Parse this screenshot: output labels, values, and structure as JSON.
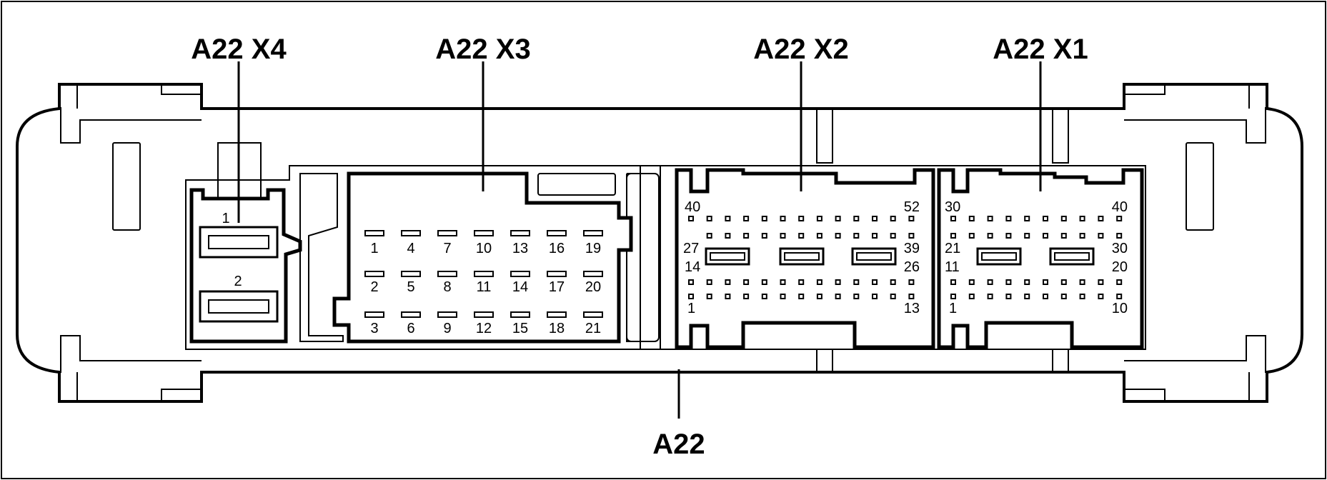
{
  "callouts": {
    "x4": "A22 X4",
    "x3": "A22 X3",
    "x2": "A22 X2",
    "x1": "A22 X1",
    "ecu": "A22"
  },
  "x4_pins": [
    "1",
    "2"
  ],
  "x3_pins": {
    "row1": [
      "1",
      "4",
      "7",
      "10",
      "13",
      "16",
      "19"
    ],
    "row2": [
      "2",
      "5",
      "8",
      "11",
      "14",
      "17",
      "20"
    ],
    "row3": [
      "3",
      "6",
      "9",
      "12",
      "15",
      "18",
      "21"
    ]
  },
  "x2_pins": {
    "top_left": "40",
    "top_right": "52",
    "row2_left": "27",
    "row2_right": "39",
    "row3_left": "14",
    "row3_right": "26",
    "bottom_left": "1",
    "bottom_right": "13"
  },
  "x1_pins": {
    "top_left": "30",
    "top_right": "40",
    "row2_left": "21",
    "row2_right": "30",
    "row3_left": "11",
    "row3_right": "20",
    "bottom_left": "1",
    "bottom_right": "10"
  }
}
